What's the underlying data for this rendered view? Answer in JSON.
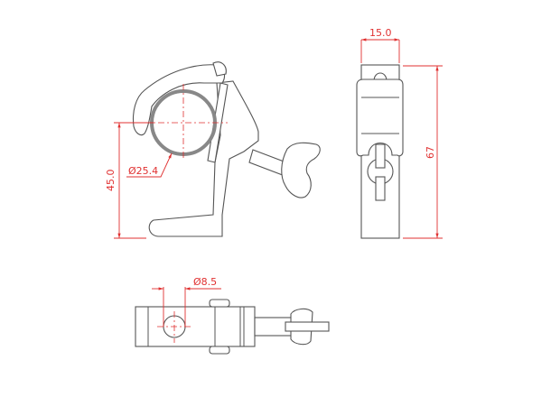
{
  "drawing": {
    "title": "Half coupler clamp technical drawing",
    "views": [
      "side-view",
      "front-view",
      "top-view"
    ],
    "dimensions": {
      "tube_diameter": "Ø25.4",
      "height_to_center": "45.0",
      "width": "15.0",
      "overall_height": "67",
      "hole_diameter": "Ø8.5"
    },
    "colors": {
      "outline": "#555555",
      "dimension": "#e03030",
      "tube": "#888888"
    }
  }
}
